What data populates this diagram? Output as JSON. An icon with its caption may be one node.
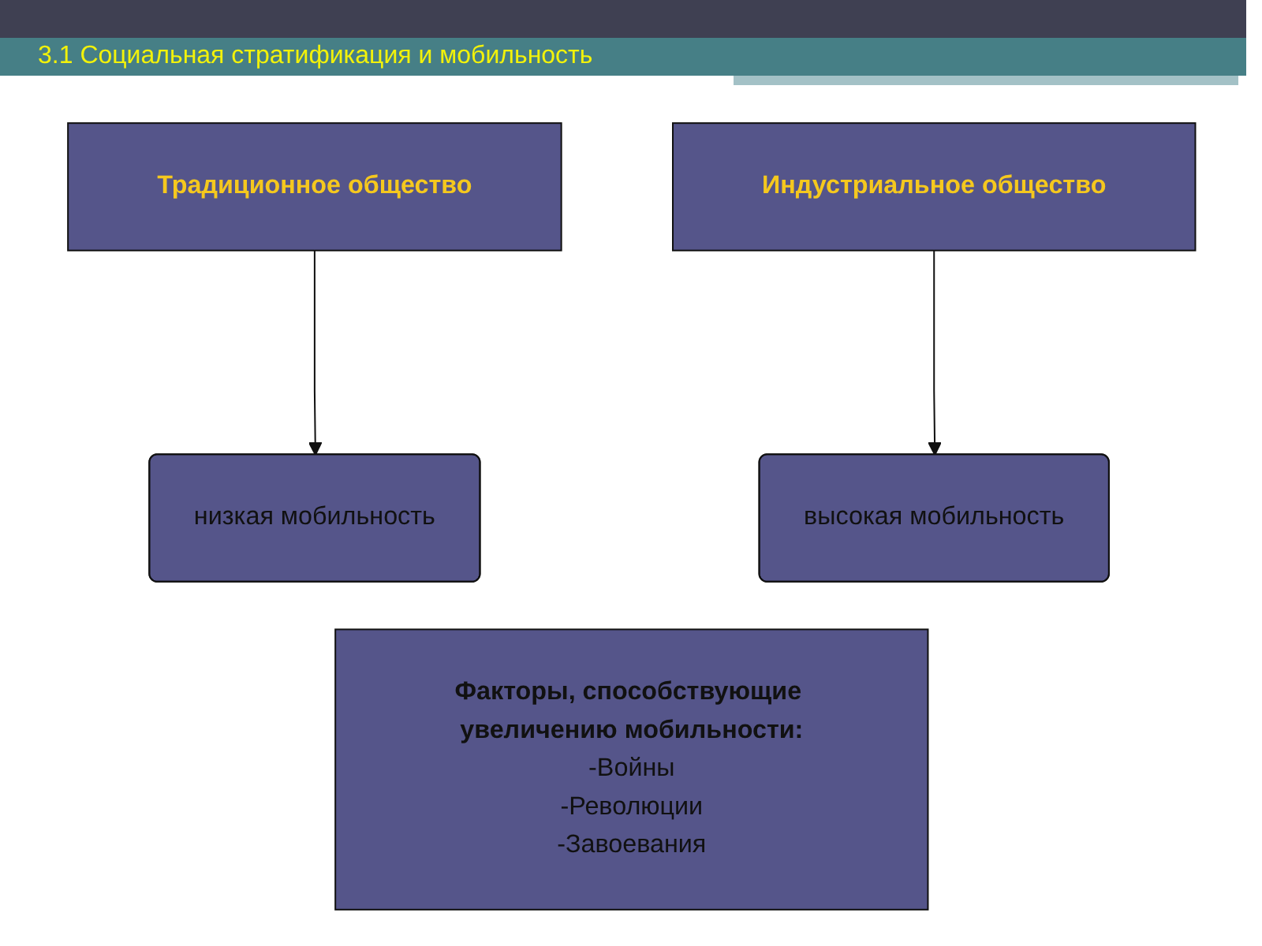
{
  "diagram": {
    "title": "3.1 Социальная стратификация и мобильность",
    "nodes": [
      {
        "text": [
          "Традиционное общество"
        ]
      },
      {
        "text": [
          "Индустриальное общество"
        ]
      },
      {
        "text": [
          "низкая мобильность"
        ]
      },
      {
        "text": [
          "высокая мобильность"
        ]
      },
      {
        "text": [
          "Факторы, способствующие увеличению мобильности:",
          "-Войны",
          "-Революции",
          "-Завоевания"
        ]
      }
    ],
    "edges": [
      {
        "from": 0,
        "to": 2,
        "arrow": "to"
      },
      {
        "from": 1,
        "to": 3,
        "arrow": "to"
      }
    ]
  }
}
